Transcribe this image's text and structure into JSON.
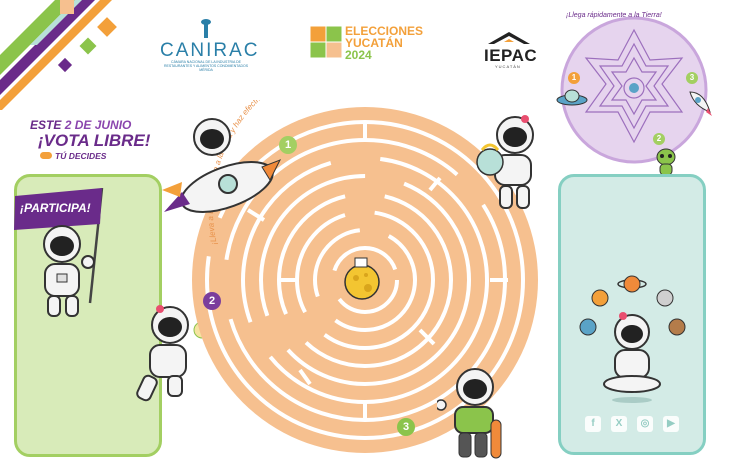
{
  "header": {
    "canirac_name": "CANIRAC",
    "canirac_subtitle": "CÁMARA NACIONAL DE LA INDUSTRIA DE RESTAURANTES Y ALIMENTOS CONDIMENTADOS MÉRIDA",
    "elecciones_line1": "ELECCIONES",
    "elecciones_line2": "YUCATÁN",
    "elecciones_year": "2024",
    "iepac_name": "IEPAC",
    "iepac_sub": "YUCATÁN"
  },
  "slogan": {
    "line1_prefix": "ESTE ",
    "line1_bold": "2 DE JUNIO",
    "line2": "¡VOTA LIBRE!",
    "line3": "TÚ DECIDES"
  },
  "left_panel": {
    "flag_text": "¡PARTICIPA!"
  },
  "maze": {
    "instruction": "¡Lleva a tu astronauta a la Luna y haz efectivo su voto!",
    "steps": [
      "1",
      "2",
      "3"
    ],
    "step_colors": [
      "#a3cf62",
      "#7b3d9c",
      "#8bc44b"
    ]
  },
  "mini_maze": {
    "title": "¡Llega rápidamente a la Tierra!",
    "steps": [
      "1",
      "2",
      "3"
    ]
  },
  "social": {
    "icons": [
      "facebook-icon",
      "x-icon",
      "instagram-icon",
      "youtube-icon"
    ],
    "glyphs": [
      "f",
      "X",
      "◎",
      "▶"
    ]
  },
  "colors": {
    "purple": "#6a2b8a",
    "orange_maze": "#f6c08f",
    "orange_wall": "#ffffff",
    "green_panel": "#d8ebb9",
    "teal_panel": "#d3ebe6"
  }
}
